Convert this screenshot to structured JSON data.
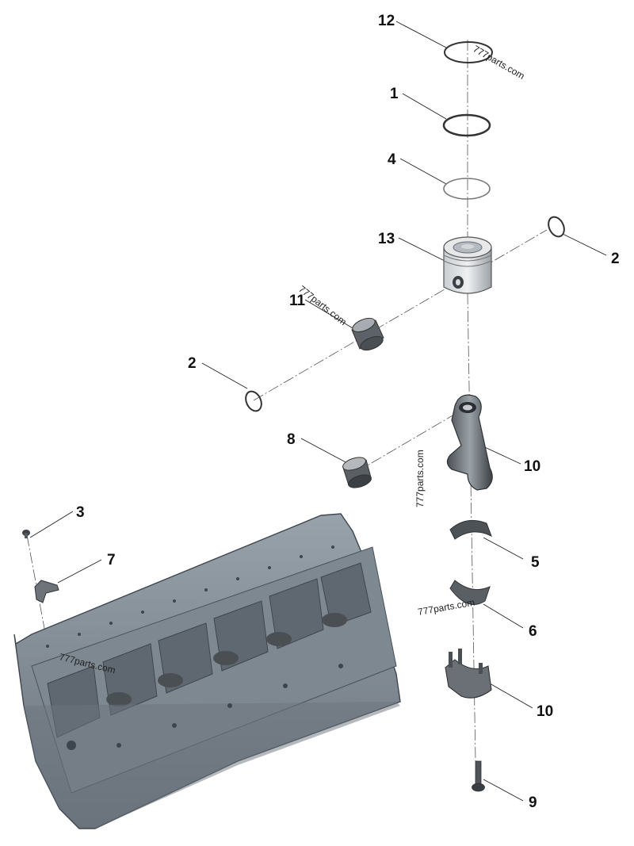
{
  "callouts": {
    "c12": "12",
    "c1": "1",
    "c4": "4",
    "c13": "13",
    "c2_right": "2",
    "c11": "11",
    "c2_left": "2",
    "c8": "8",
    "c10_rod": "10",
    "c3": "3",
    "c7": "7",
    "c5": "5",
    "c6": "6",
    "c10_cap": "10",
    "c9": "9"
  },
  "watermark": "777parts.com",
  "colors": {
    "block": "#8a949e",
    "block_dark": "#5b636b",
    "part_dark": "#3f4348",
    "part_mid": "#8f969c",
    "bearing": "#6e7378"
  }
}
